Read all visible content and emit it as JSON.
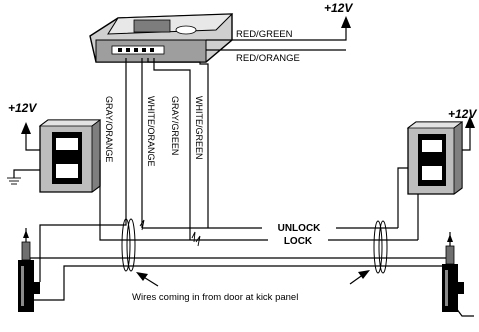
{
  "labels": {
    "pwr_top": "+12V",
    "pwr_left": "+12V",
    "pwr_right": "+12V",
    "red_green": "RED/GREEN",
    "red_orange": "RED/ORANGE",
    "gray_orange": "GRAY/ORANGE",
    "white_orange": "WHITE/ORANGE",
    "gray_green": "GRAY/GREEN",
    "white_green": "WHITE/GREEN",
    "unlock": "UNLOCK",
    "lock": "LOCK",
    "caption": "Wires coming in from door at kick panel"
  }
}
